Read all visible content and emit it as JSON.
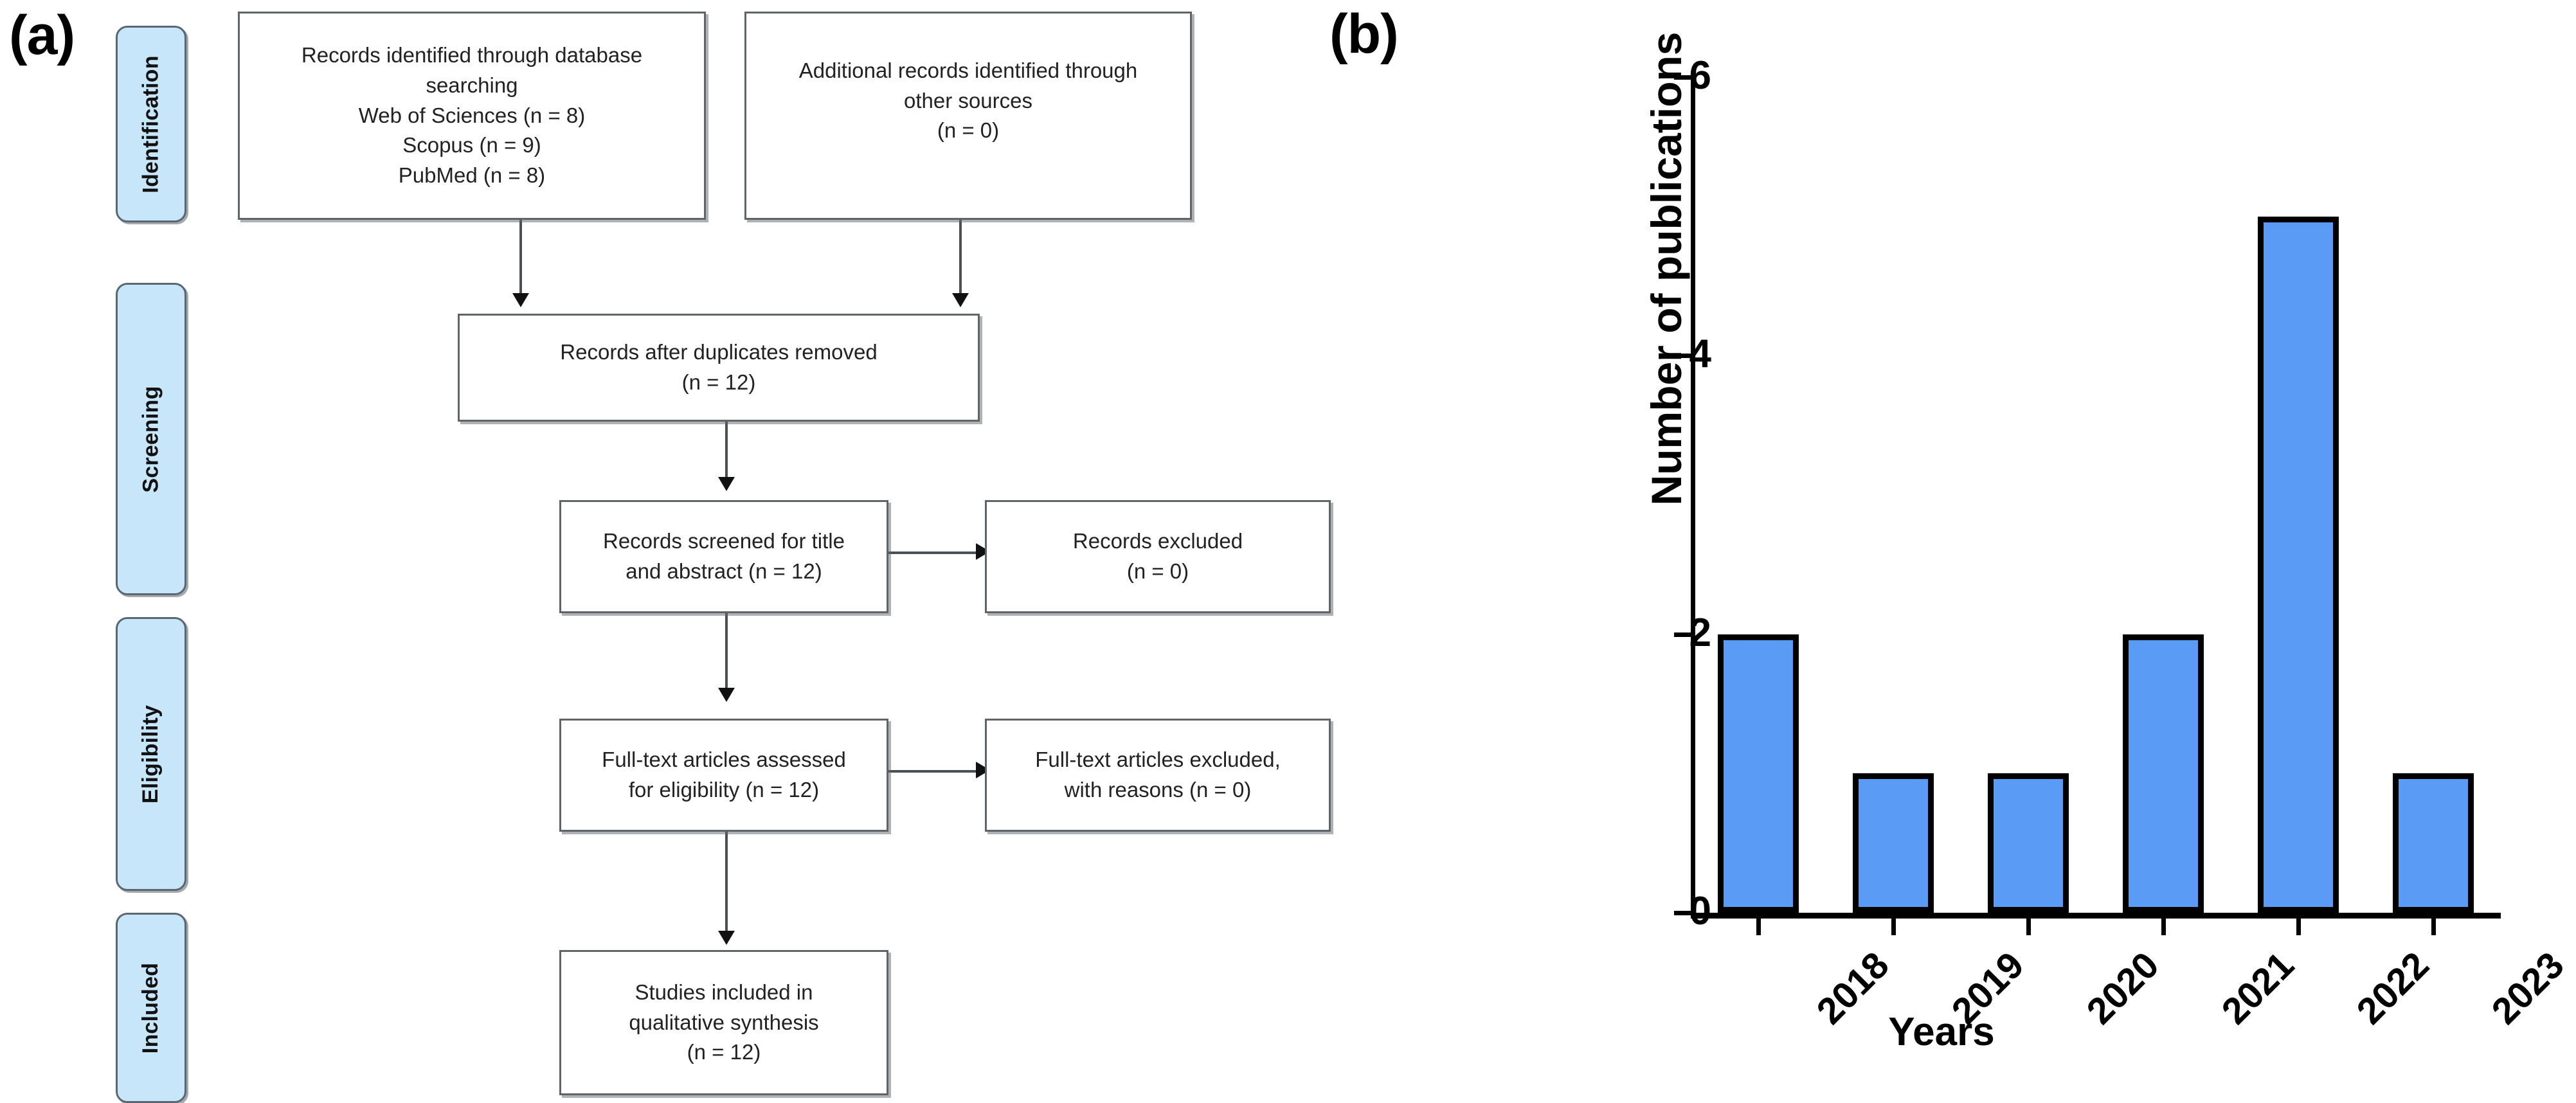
{
  "figure": {
    "panel_a_label": "(a)",
    "panel_b_label": "(b)"
  },
  "prisma": {
    "stages": [
      {
        "label": "Identification"
      },
      {
        "label": "Screening"
      },
      {
        "label": "Eligibility"
      },
      {
        "label": "Included"
      }
    ],
    "boxes": {
      "database_search": {
        "lines": [
          "Records identified through database",
          "searching",
          "Web of Sciences (n = 8)",
          "Scopus (n = 9)",
          "PubMed (n = 8)"
        ]
      },
      "other_sources": {
        "lines": [
          "Additional records identified through",
          "other sources",
          "(n = 0)"
        ]
      },
      "duplicates_removed": {
        "lines": [
          "Records after duplicates removed",
          "(n = 12)"
        ]
      },
      "records_screened": {
        "lines": [
          "Records screened for title",
          "and abstract (n = 12)"
        ]
      },
      "records_excluded": {
        "lines": [
          "Records excluded",
          "(n = 0)"
        ]
      },
      "fulltext_assessed": {
        "lines": [
          "Full-text articles assessed",
          "for eligibility (n = 12)"
        ]
      },
      "fulltext_excluded": {
        "lines": [
          "Full-text articles excluded,",
          "with reasons (n = 0)"
        ]
      },
      "studies_included": {
        "lines": [
          "Studies included in",
          "qualitative synthesis",
          "(n = 12)"
        ]
      }
    }
  },
  "chart_data": {
    "type": "bar",
    "title": "",
    "xlabel": "Years",
    "ylabel": "Number of publications",
    "categories": [
      "2018",
      "2019",
      "2020",
      "2021",
      "2022",
      "2023"
    ],
    "values": [
      2,
      1,
      1,
      2,
      5,
      1
    ],
    "ylim": [
      0,
      6
    ],
    "yticks": [
      0,
      2,
      4,
      6
    ],
    "ytick_labels": [
      "0",
      "2",
      "4",
      "6"
    ],
    "grid": false,
    "legend": "none",
    "bar_color": "#5a9cf5",
    "bar_edge_color": "#000000",
    "xtick_label_rotation": -45
  }
}
